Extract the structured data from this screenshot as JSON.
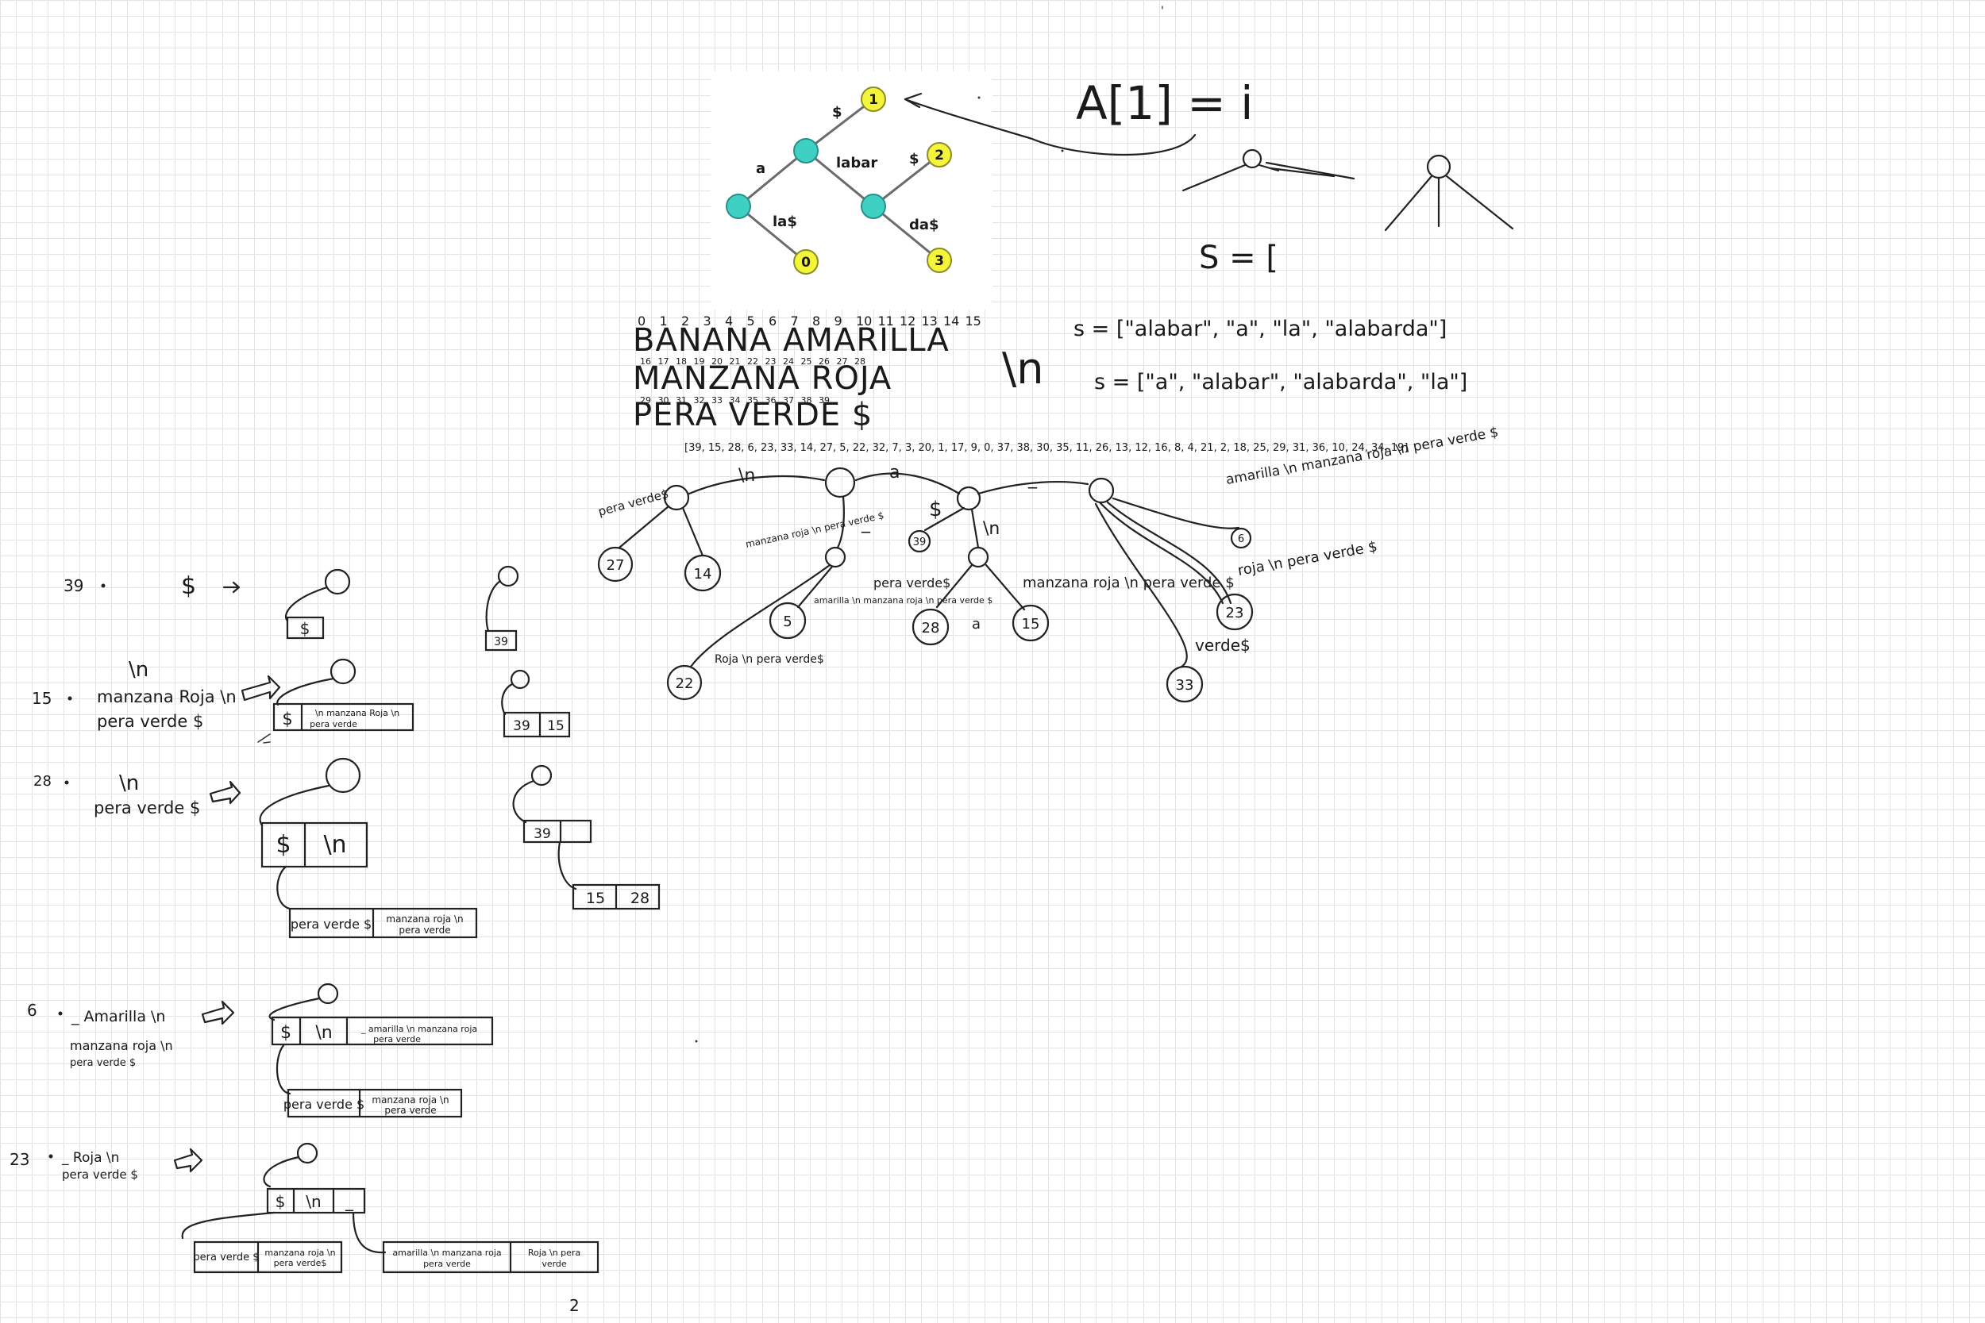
{
  "suffix_tree_image": {
    "edge_labels": [
      "$",
      "a",
      "labar",
      "$",
      "la$",
      "da$"
    ],
    "leaf_labels": [
      "1",
      "2",
      "0",
      "3"
    ]
  },
  "annotations": {
    "a_eq": "A[1] = i",
    "s_eq": "S = [",
    "newline_big": "\\n",
    "tiny_mark_top": "'",
    "tiny_mark_bottom": "2"
  },
  "lists": {
    "s1": "s = [\"alabar\", \"a\", \"la\", \"alabarda\"]",
    "s2": "s = [\"a\", \"alabar\", \"alabarda\", \"la\"]"
  },
  "text_block": {
    "indices_1": [
      "0",
      "1",
      "2",
      "3",
      "4",
      "5",
      "6",
      "7",
      "8",
      "9",
      "10",
      "11",
      "12",
      "13",
      "14",
      "15"
    ],
    "line_1": "BANANA AMARILLA",
    "indices_2": [
      "16",
      "17",
      "18",
      "19",
      "20",
      "21",
      "22",
      "23",
      "24",
      "25",
      "26",
      "27",
      "28"
    ],
    "line_2": "MANZANA ROJA",
    "indices_3": [
      "29",
      "30",
      "31",
      "32",
      "33",
      "34",
      "35",
      "36",
      "37",
      "38",
      "39"
    ],
    "line_3": "PERA VERDE $"
  },
  "suffix_array": "[39, 15, 28, 6, 23, 33, 14, 27, 5, 22, 32, 7, 3, 20, 1, 17, 9, 0, 37, 38, 30, 35, 11, 26, 13, 12, 16, 8, 4, 21, 2, 18, 25, 29, 31, 36, 10, 24, 34, 19]",
  "tree": {
    "edges": [
      "\\n",
      "a",
      "_",
      "pera verde$",
      "manzana roja \\n pera verde $",
      "_",
      "$",
      "\\n",
      "a",
      "amarilla \\n manzana roja \\n pera verde $",
      "pera verde$",
      "manzana roja \\n pera verde $",
      "roja \\n pera verde $",
      "verde$",
      "Roja \\n pera verde$"
    ],
    "leaves": [
      "27",
      "14",
      "5",
      "22",
      "39",
      "28",
      "15",
      "6",
      "23",
      "33"
    ]
  },
  "steps": [
    {
      "index": "39",
      "text": "$",
      "boxes": [
        "$"
      ],
      "box2": [
        "39"
      ]
    },
    {
      "index": "15",
      "text": "manzana Roja \\n pera verde $",
      "pre": "\\n",
      "boxes": [
        "$",
        "\\n manzana Roja \\n pera verde"
      ],
      "box2": [
        "39",
        "15"
      ]
    },
    {
      "index": "28",
      "text": "pera verde $",
      "pre": "\\n",
      "boxes": [
        "$",
        "\\n"
      ],
      "boxes_b": [
        "pera verde $",
        "manzana roja \\n pera verde"
      ],
      "box2": [
        "39"
      ],
      "box3": [
        "15",
        "28"
      ]
    },
    {
      "index": "6",
      "text": "_ Amarilla \\n manzana roja \\n pera verde $",
      "boxes": [
        "$",
        "\\n",
        "_ amarilla \\n manzana roja pera verde"
      ],
      "boxes_b": [
        "pera verde $",
        "manzana roja \\n pera verde"
      ]
    },
    {
      "index": "23",
      "text": "_ Roja \\n pera verde $",
      "boxes": [
        "$",
        "\\n",
        "_"
      ],
      "boxes_b": [
        "pera verde $",
        "manzana roja \\n pera verde$"
      ],
      "boxes_c": [
        "amarilla \\n manzana roja pera verde",
        "Roja \\n pera verde"
      ]
    }
  ]
}
